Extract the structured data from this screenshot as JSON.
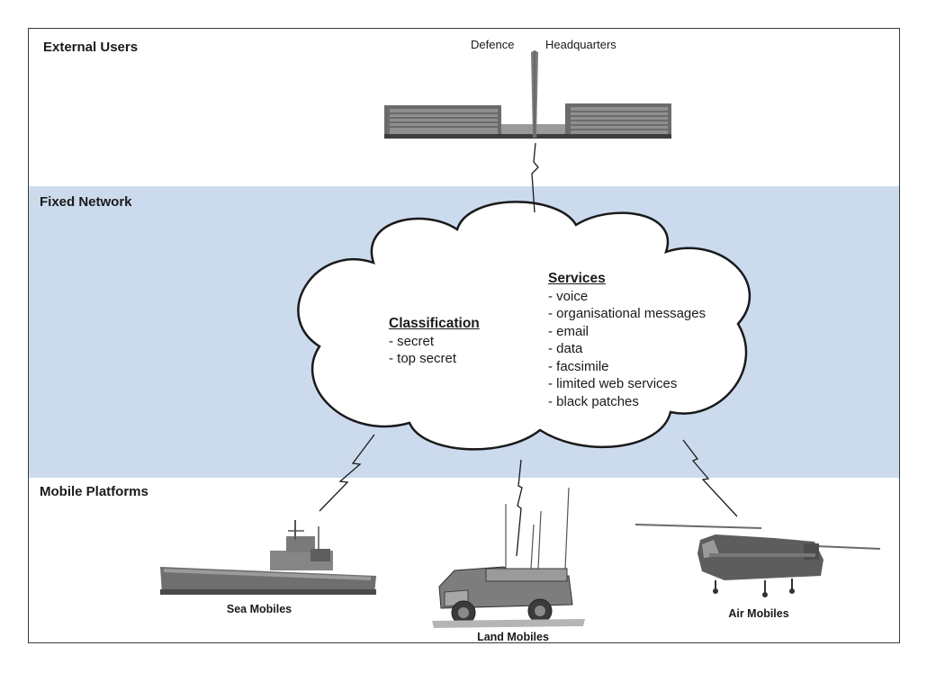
{
  "zones": {
    "external": "External Users",
    "fixed": "Fixed Network",
    "mobile": "Mobile Platforms"
  },
  "colors": {
    "fixed_band": "#ccdaee",
    "frame": "#3a3a3a",
    "link": "#1a1a1a"
  },
  "headquarters": {
    "label_left": "Defence",
    "label_right": "Headquarters"
  },
  "cloud": {
    "classification": {
      "heading": "Classification",
      "items": [
        "- secret",
        "- top secret"
      ]
    },
    "services": {
      "heading": "Services",
      "items": [
        "- voice",
        "- organisational messages",
        "- email",
        "- data",
        "- facsimile",
        "- limited web services",
        "- black patches"
      ]
    }
  },
  "platforms": {
    "sea": "Sea Mobiles",
    "land": "Land Mobiles",
    "air": "Air Mobiles"
  }
}
